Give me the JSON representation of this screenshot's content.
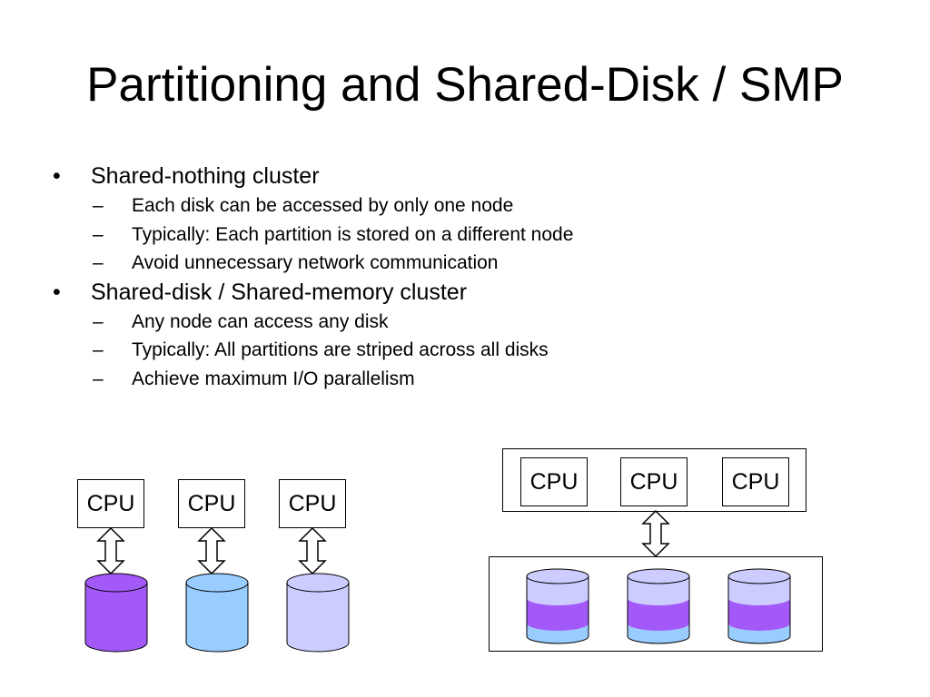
{
  "slide": {
    "title": "Partitioning and Shared-Disk / SMP",
    "bullets": [
      {
        "marker": "•",
        "text": "Shared-nothing cluster",
        "sub": [
          {
            "marker": "–",
            "text": "Each disk can be accessed by only one node"
          },
          {
            "marker": "–",
            "text": "Typically:  Each partition is stored on a different node"
          },
          {
            "marker": "–",
            "text": "Avoid unnecessary network communication"
          }
        ]
      },
      {
        "marker": "•",
        "text": "Shared-disk / Shared-memory cluster",
        "sub": [
          {
            "marker": "–",
            "text": "Any node can access any disk"
          },
          {
            "marker": "–",
            "text": "Typically:  All partitions are striped across all disks"
          },
          {
            "marker": "–",
            "text": "Achieve maximum I/O parallelism"
          }
        ]
      }
    ]
  },
  "diagram_shared_nothing": {
    "cpu_labels": [
      "CPU",
      "CPU",
      "CPU"
    ],
    "disk_colors": [
      "#a259f7",
      "#99ccff",
      "#ccccff"
    ]
  },
  "diagram_shared_disk": {
    "cpu_labels": [
      "CPU",
      "CPU",
      "CPU"
    ],
    "stripe_colors": [
      "#ccccff",
      "#a259f7",
      "#99ccff"
    ]
  }
}
